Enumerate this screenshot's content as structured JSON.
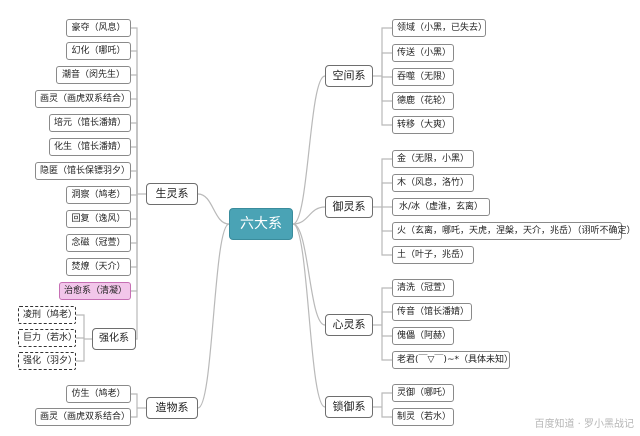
{
  "center": {
    "label": "六大系"
  },
  "left_branches": [
    {
      "id": "shengling",
      "label": "生灵系",
      "children": [
        "豪夺（风息）",
        "幻化（哪吒）",
        "潮音（闵先生）",
        "画灵（画虎双系结合）",
        "培元（馆长潘婧）",
        "化生（馆长潘婧）",
        "隐匿（馆长保镖羽夕）",
        "洞察（鸠老）",
        "回复（逸风）",
        "念磁（冠萱）",
        "焚燎（天介）",
        "治愈系（清凝）",
        {
          "label": "强化系",
          "children": [
            "凌刑（鸠老）",
            "巨力（若水）",
            "强化（羽夕）"
          ]
        }
      ]
    },
    {
      "id": "zaowu",
      "label": "造物系",
      "children": [
        "仿生（鸠老）",
        "画灵（画虎双系结合）"
      ]
    }
  ],
  "right_branches": [
    {
      "id": "kongjian",
      "label": "空间系",
      "children": [
        "领域（小黑，已失去）",
        "传送（小黑）",
        "吞噬（无限）",
        "德鹿（花轮）",
        "转移（大爽）"
      ]
    },
    {
      "id": "yuling",
      "label": "御灵系",
      "children": [
        "金（无限，小黑）",
        "木（风息，洛竹）",
        "水/冰（虚淮，玄离）",
        "火（玄离，哪吒，天虎，涅槃，天介，兆岳）（诩听不确定）",
        "土（叶子，兆岳）"
      ]
    },
    {
      "id": "xinling",
      "label": "心灵系",
      "children": [
        "清洗（冠萱）",
        "传音（馆长潘婧）",
        "傀儡（阿赫）",
        "老君(￣▽￣)~*（具体未知）"
      ]
    },
    {
      "id": "suoyu",
      "label": "锁御系",
      "children": [
        "灵御（哪吒）",
        "制灵（若水）"
      ]
    }
  ],
  "watermark": "百度知道 · 罗小黑战记",
  "colors": {
    "center_fill": "#4aa3b5",
    "line": "#b9b9b9",
    "highlight_fill": "#f2c6ea"
  }
}
